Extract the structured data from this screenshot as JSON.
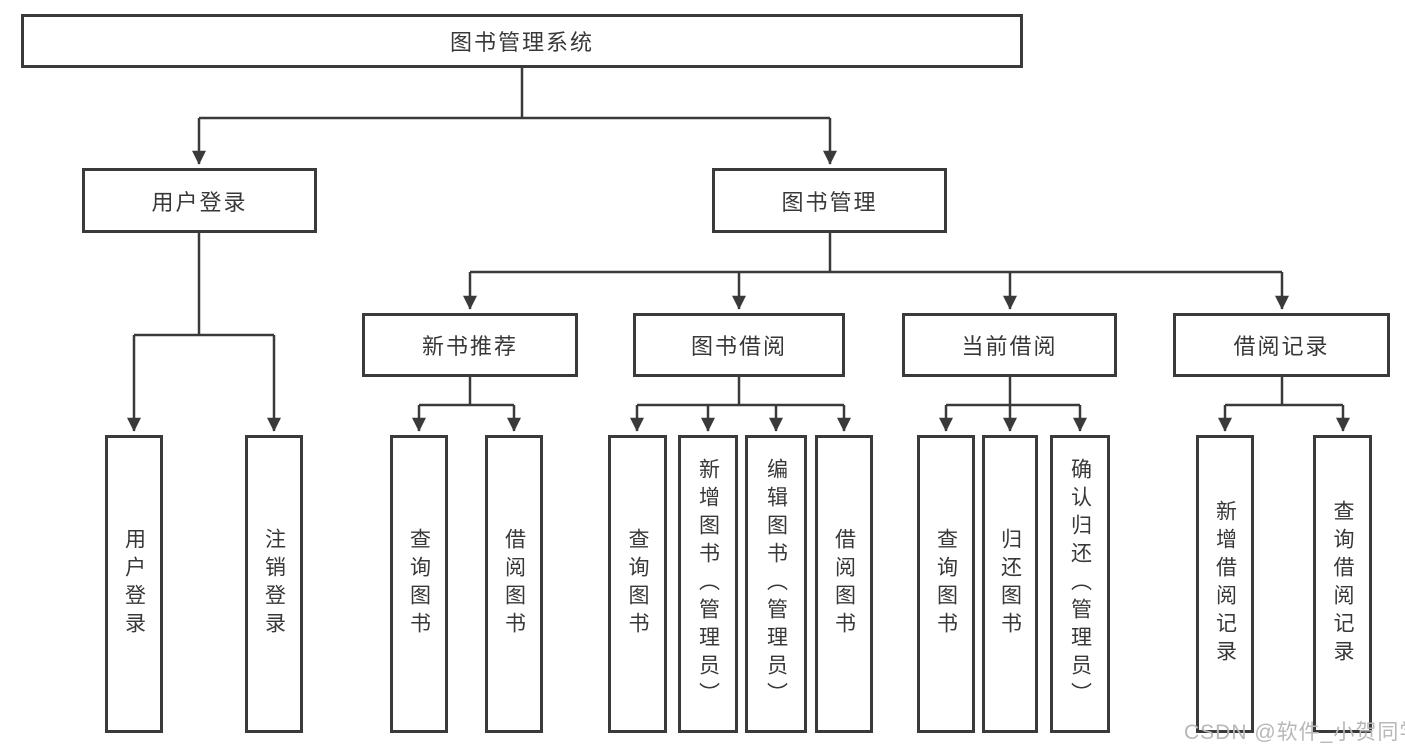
{
  "diagram": {
    "title": "图书管理系统",
    "root": {
      "label": "图书管理系统"
    },
    "level2": [
      {
        "label": "用户登录"
      },
      {
        "label": "图书管理"
      }
    ],
    "level3": [
      {
        "label": "新书推荐"
      },
      {
        "label": "图书借阅"
      },
      {
        "label": "当前借阅"
      },
      {
        "label": "借阅记录"
      }
    ],
    "leaves": {
      "user": [
        "用户登录",
        "注销登录"
      ],
      "recommend": [
        "查询图书",
        "借阅图书"
      ],
      "borrow": [
        "查询图书",
        "新增图书（管理员）",
        "编辑图书（管理员）",
        "借阅图书"
      ],
      "current": [
        "查询图书",
        "归还图书",
        "确认归还（管理员）"
      ],
      "records": [
        "新增借阅记录",
        "查询借阅记录"
      ]
    }
  },
  "watermark": "CSDN @软件_小贺同学",
  "colors": {
    "line": "#3a3a3a",
    "text": "#383838",
    "watermark": "#b8b8b8",
    "background": "#ffffff"
  }
}
